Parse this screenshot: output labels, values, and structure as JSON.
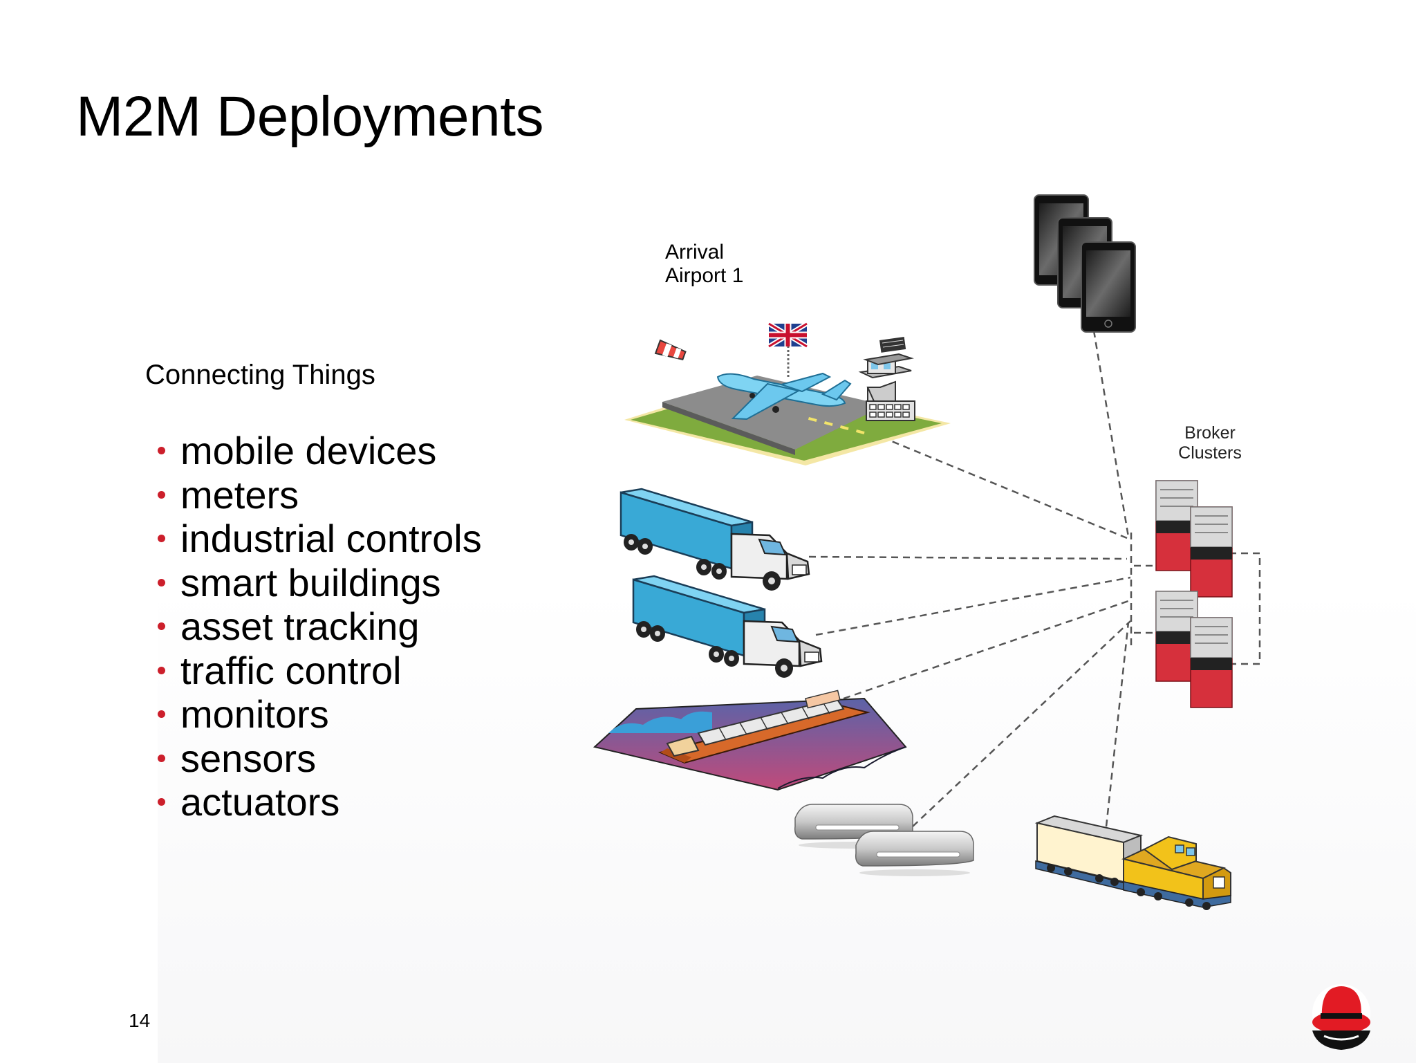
{
  "slide": {
    "title": "M2M Deployments",
    "subtitle": "Connecting Things",
    "page_number": "14",
    "bullet_color": "#cc1f2b",
    "bullets": [
      "mobile devices",
      "meters",
      "industrial controls",
      "smart buildings",
      "asset tracking",
      "traffic control",
      "monitors",
      "sensors",
      "actuators"
    ]
  },
  "diagram": {
    "airport_label_line1": "Arrival",
    "airport_label_line2": "Airport 1",
    "broker_label_line1": "Broker",
    "broker_label_line2": "Clusters",
    "server_color": "#d6303c",
    "truck_color": "#39a9d6",
    "icons": [
      "airport-icon",
      "truck-icon",
      "ship-icon",
      "router-icon",
      "train-icon",
      "smartphone-icon",
      "server-icon",
      "red-hat-logo"
    ]
  }
}
